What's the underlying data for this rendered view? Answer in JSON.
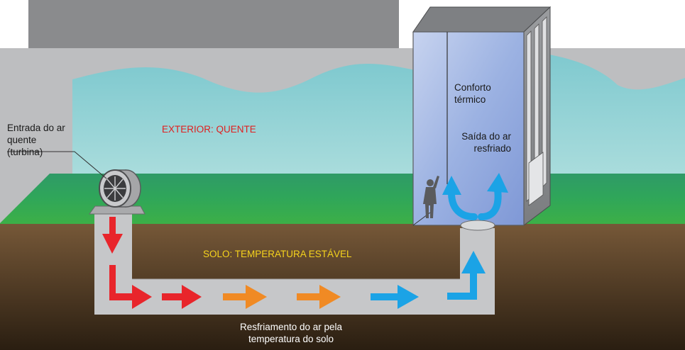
{
  "labels": {
    "air_inlet": [
      "Entrada do ar",
      "quente",
      "(turbina)"
    ],
    "exterior": "EXTERIOR: QUENTE",
    "soil": "SOLO: TEMPERATURA ESTÁVEL",
    "cooling_line1": "Resfriamento do ar pela",
    "cooling_line2": "temperatura do solo",
    "comfort_line1": "Conforto",
    "comfort_line2": "térmico",
    "outlet_line1": "Saída do ar",
    "outlet_line2": "resfriado"
  },
  "colors": {
    "hot_air": "#e8252b",
    "warm_air": "#f08a24",
    "cool_air": "#1ba3e6",
    "soil_top": "#6e5235",
    "soil_bottom": "#2c2012",
    "grass": "#3aa84a",
    "sky": "#8ed1d3",
    "building": "#8fa7dc"
  },
  "icons": [
    "turbine-fan-icon",
    "person-silhouette-icon",
    "flow-arrow-icon"
  ]
}
